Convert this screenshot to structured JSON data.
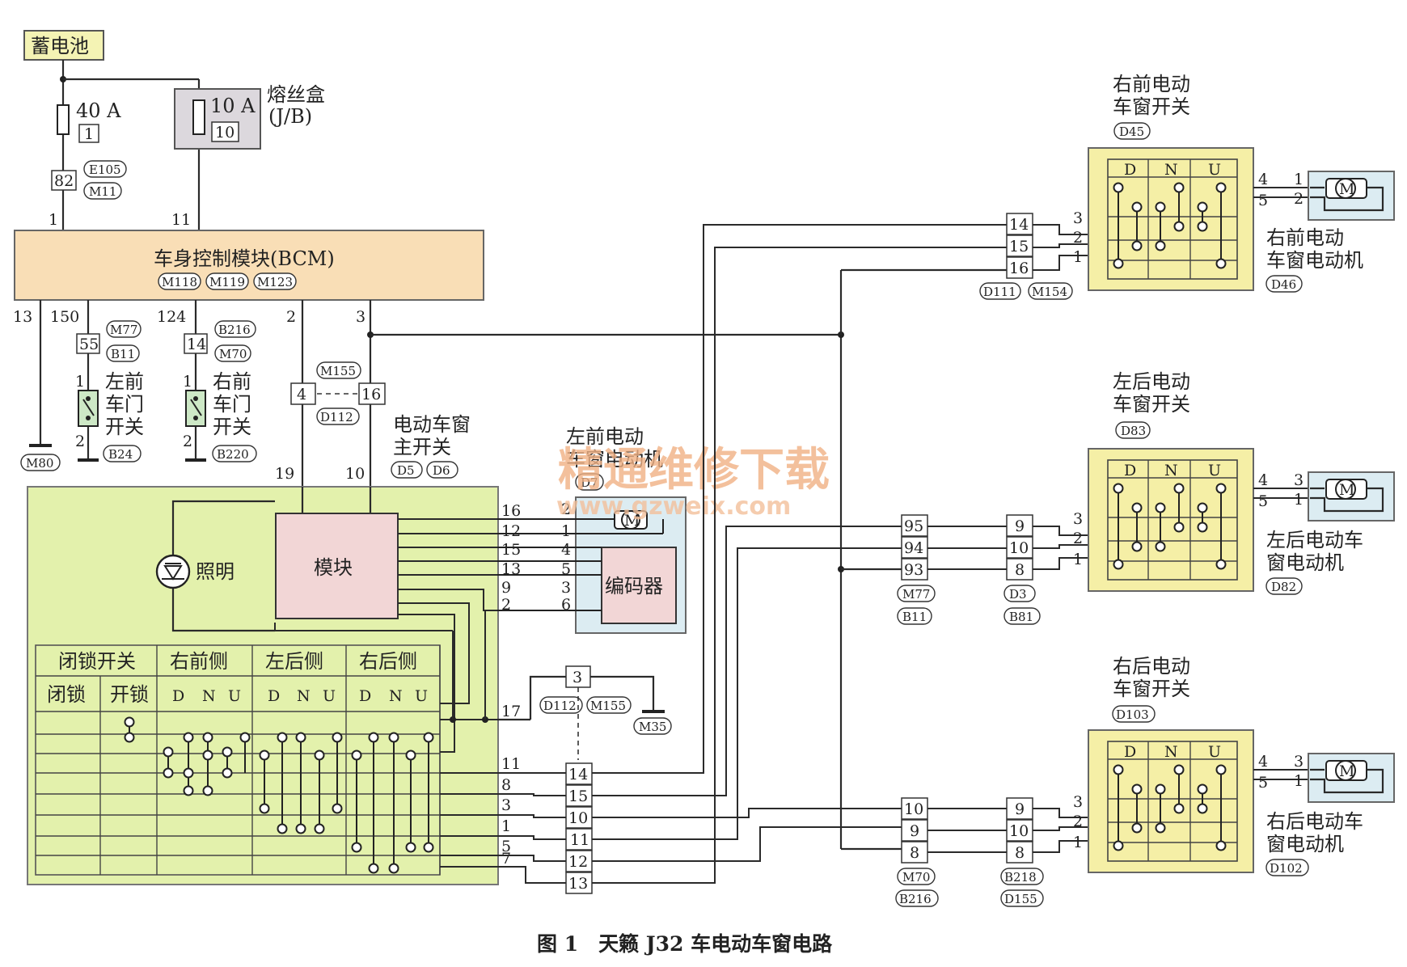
{
  "caption": "图 1　天籁 J32 车电动车窗电路",
  "watermark": {
    "cn": "精通维修下载",
    "url": "www.gzweix.com"
  },
  "colors": {
    "module": "#f9deb6",
    "main_switch": "#e3f1ac",
    "switch_box": "#f5efa6",
    "motor_box": "#dcecf2",
    "battery": "#f4f3b4",
    "fuse_box": "#dcd8dd",
    "inner_module": "#f2d6d6"
  },
  "battery": {
    "label": "蓄电池"
  },
  "fuses": {
    "f40": {
      "rating": "40 A",
      "no": "1"
    },
    "f10": {
      "rating": "10 A",
      "no": "10"
    },
    "box_label": "熔丝盒",
    "box_code": "(J/B)"
  },
  "conn_82": {
    "pin": "82",
    "tags": [
      "E105",
      "M11"
    ]
  },
  "bcm": {
    "label": "车身控制模块(BCM)",
    "tags": [
      "M118",
      "M119",
      "M123"
    ],
    "pins_top": [
      "1",
      "11"
    ],
    "pins_bottom": [
      "13",
      "150",
      "124",
      "2",
      "3"
    ]
  },
  "ground_m80": "M80",
  "lf_door_switch": {
    "conn": "55",
    "tags": [
      "M77",
      "B11"
    ],
    "pin_top": "1",
    "pin_bot": "2",
    "label": [
      "左前",
      "车门",
      "开关"
    ],
    "code": "B24"
  },
  "rf_door_switch": {
    "conn": "14",
    "tags": [
      "B216",
      "M70"
    ],
    "pin_top": "1",
    "pin_bot": "2",
    "label": [
      "右前",
      "车门",
      "开关"
    ],
    "code": "B220"
  },
  "conn_m155": {
    "left": "4",
    "right": "16",
    "tags": [
      "M155",
      "D112"
    ]
  },
  "main_switch": {
    "label": [
      "电动车窗",
      "主开关"
    ],
    "codes": [
      "D5",
      "D6"
    ],
    "pins_top": [
      "19",
      "10"
    ],
    "module_label": "模块",
    "lamp_label": "照明",
    "pins_right_top": [
      "16",
      "12",
      "15",
      "13",
      "9",
      "2"
    ],
    "pin_17": "17",
    "pins_right_bottom": [
      "11",
      "8",
      "3",
      "1",
      "5",
      "7"
    ],
    "table_header": [
      "闭锁开关",
      "右前侧",
      "左后侧",
      "右后侧"
    ],
    "table_sub": [
      "闭锁",
      "开锁",
      "D",
      "N",
      "U",
      "D",
      "N",
      "U",
      "D",
      "N",
      "U"
    ]
  },
  "lf_motor": {
    "label": [
      "左前电动",
      "车窗电动机"
    ],
    "code": "D7",
    "pins": [
      "2",
      "1",
      "4",
      "5",
      "3",
      "6"
    ],
    "encoder": "编码器"
  },
  "ground_m35": {
    "pin": "3",
    "tags": [
      "D112",
      "M155"
    ],
    "ground": "M35"
  },
  "conn_d112_lower": [
    "14",
    "15",
    "10",
    "11",
    "12",
    "13"
  ],
  "rf_switch": {
    "label": [
      "右前电动",
      "车窗开关"
    ],
    "code": "D45",
    "pins": [
      "3",
      "2",
      "1"
    ],
    "out_pins": [
      "4",
      "5"
    ],
    "dnu": [
      "D",
      "N",
      "U"
    ]
  },
  "rf_conn": {
    "pins": [
      "14",
      "15",
      "16"
    ],
    "tags": [
      "D111",
      "M154"
    ]
  },
  "rf_motor": {
    "label": [
      "右前电动",
      "车窗电动机"
    ],
    "code": "D46",
    "pins": [
      "1",
      "2"
    ]
  },
  "lr_switch": {
    "label": [
      "左后电动",
      "车窗开关"
    ],
    "code": "D83",
    "pins": [
      "3",
      "2",
      "1"
    ],
    "out_pins": [
      "4",
      "5"
    ],
    "dnu": [
      "D",
      "N",
      "U"
    ]
  },
  "lr_conn1": {
    "pins": [
      "95",
      "94",
      "93"
    ],
    "tags": [
      "M77",
      "B11"
    ]
  },
  "lr_conn2": {
    "pins": [
      "9",
      "10",
      "8"
    ],
    "tags": [
      "D3",
      "B81"
    ]
  },
  "lr_motor": {
    "label": [
      "左后电动车",
      "窗电动机"
    ],
    "code": "D82",
    "pins": [
      "3",
      "1"
    ]
  },
  "rr_switch": {
    "label": [
      "右后电动",
      "车窗开关"
    ],
    "code": "D103",
    "pins": [
      "3",
      "2",
      "1"
    ],
    "out_pins": [
      "4",
      "5"
    ],
    "dnu": [
      "D",
      "N",
      "U"
    ]
  },
  "rr_conn1": {
    "pins": [
      "10",
      "9",
      "8"
    ],
    "tags": [
      "M70",
      "B216"
    ]
  },
  "rr_conn2": {
    "pins": [
      "9",
      "10",
      "8"
    ],
    "tags": [
      "B218",
      "D155"
    ]
  },
  "rr_motor": {
    "label": [
      "右后电动车",
      "窗电动机"
    ],
    "code": "D102",
    "pins": [
      "3",
      "1"
    ]
  }
}
